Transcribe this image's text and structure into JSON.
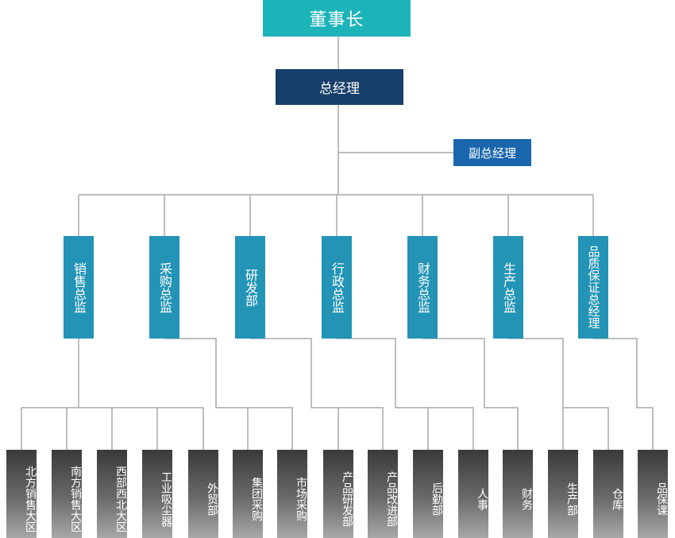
{
  "chairman": "董事长",
  "general_manager": "总经理",
  "deputy_general_manager": "副总经理",
  "departments": [
    {
      "label": "销售总监"
    },
    {
      "label": "采购总监"
    },
    {
      "label": "研发部"
    },
    {
      "label": "行政总监"
    },
    {
      "label": "财务总监"
    },
    {
      "label": "生产总监"
    },
    {
      "label": "品质保证总经理"
    }
  ],
  "units": [
    {
      "label": "北方销售大区"
    },
    {
      "label": "南方销售大区"
    },
    {
      "label": "西部西北大区"
    },
    {
      "label": "工业吸尘器"
    },
    {
      "label": "外贸部"
    },
    {
      "label": "集团采购"
    },
    {
      "label": "市场采购"
    },
    {
      "label": "产品研发部"
    },
    {
      "label": "产品改进部"
    },
    {
      "label": "后勤部"
    },
    {
      "label": "人事"
    },
    {
      "label": "财务"
    },
    {
      "label": "生产部"
    },
    {
      "label": "仓库"
    },
    {
      "label": "品保课"
    }
  ]
}
